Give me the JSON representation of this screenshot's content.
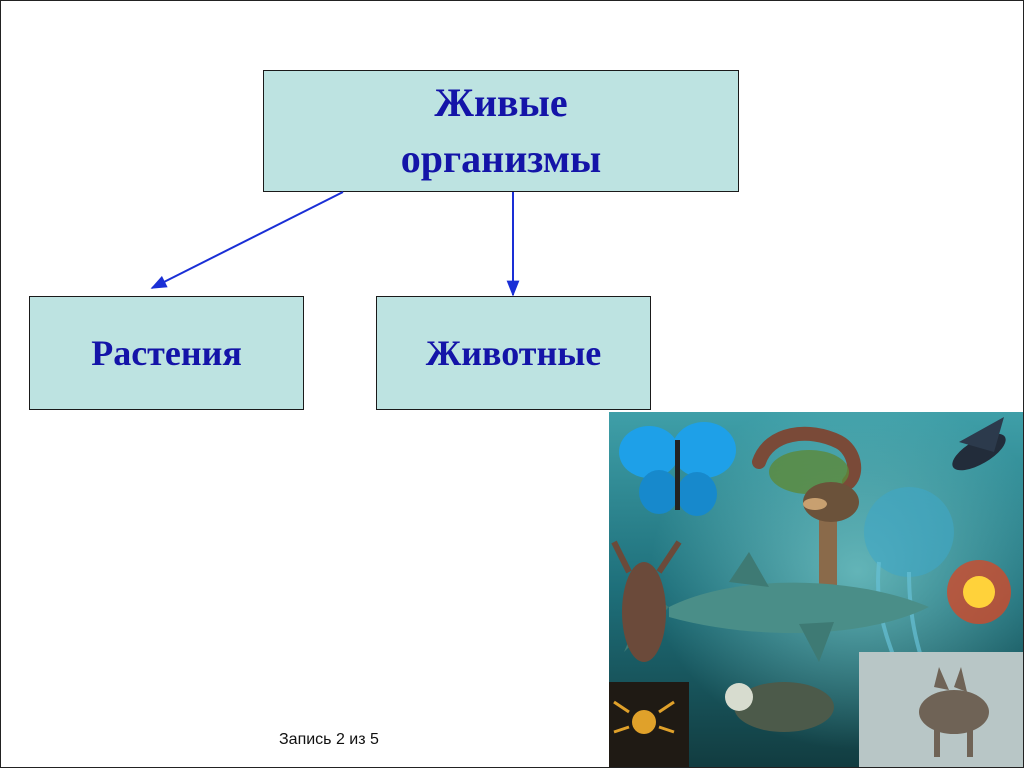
{
  "diagram": {
    "root": {
      "line1": "Живые",
      "line2": "организмы"
    },
    "children": [
      {
        "label": "Растения"
      },
      {
        "label": "Животные"
      }
    ],
    "colors": {
      "box_fill": "#bde3e1",
      "text": "#1414a8",
      "arrow": "#1a2fd6"
    }
  },
  "footer": {
    "text": "Запись 2 из 5"
  },
  "image": {
    "icon": "animal-collage-image"
  }
}
